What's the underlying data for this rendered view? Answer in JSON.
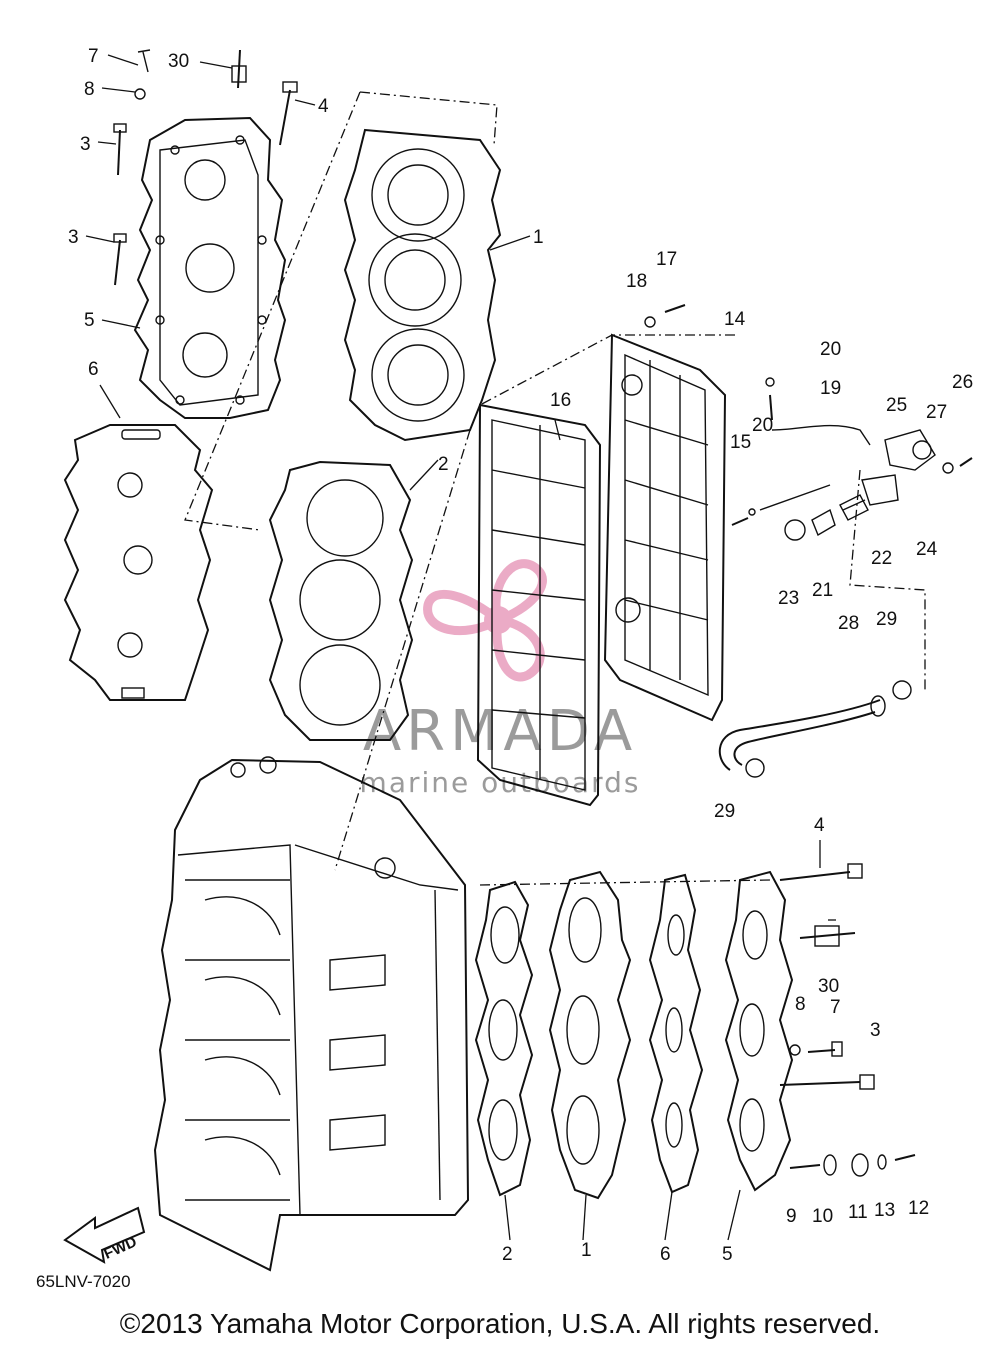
{
  "diagram_code": "65LNV-7020",
  "copyright": "©2013 Yamaha Motor Corporation, U.S.A. All rights reserved.",
  "watermark": {
    "brand": "ARMADA",
    "tagline": "marine outboards",
    "accent_color": "#e58fb3"
  },
  "direction_marker": {
    "text": "FWD"
  },
  "part_labels": [
    "1",
    "2",
    "3",
    "4",
    "5",
    "6",
    "7",
    "8",
    "9",
    "10",
    "11",
    "12",
    "13",
    "14",
    "15",
    "16",
    "17",
    "18",
    "19",
    "20",
    "21",
    "22",
    "23",
    "24",
    "25",
    "26",
    "27",
    "28",
    "29",
    "30"
  ]
}
